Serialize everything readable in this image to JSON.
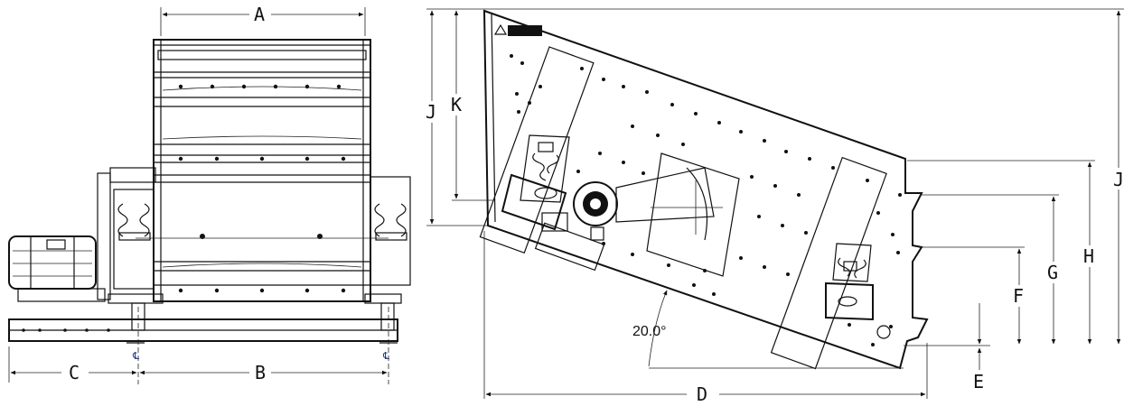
{
  "dimensions": {
    "A": "A",
    "B": "B",
    "C": "C",
    "D": "D",
    "E": "E",
    "F": "F",
    "G": "G",
    "H": "H",
    "J": "J",
    "K": "K"
  },
  "centerline_symbol": "℄",
  "angle_label": "20.0°",
  "colors": {
    "line": "#111111",
    "centerline": "#1d3a8a",
    "background": "#ffffff"
  }
}
